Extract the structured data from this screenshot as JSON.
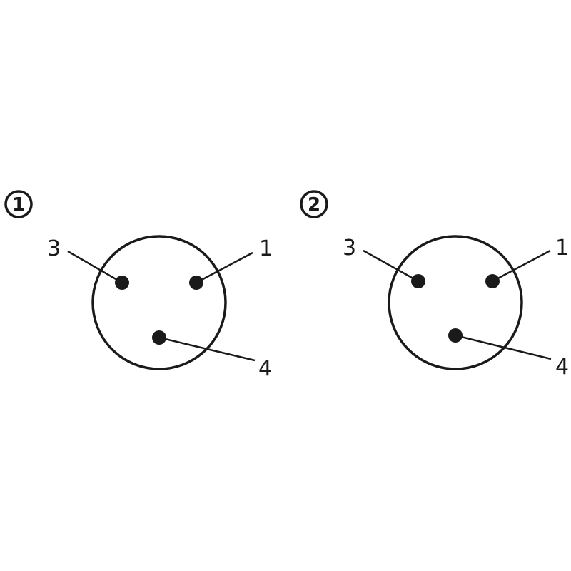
{
  "colors": {
    "stroke": "#1a1a1a",
    "background": "#ffffff"
  },
  "connectors": [
    {
      "badge": "1",
      "pins": [
        {
          "label": "1"
        },
        {
          "label": "3"
        },
        {
          "label": "4"
        }
      ]
    },
    {
      "badge": "2",
      "pins": [
        {
          "label": "1"
        },
        {
          "label": "3"
        },
        {
          "label": "4"
        }
      ]
    }
  ]
}
